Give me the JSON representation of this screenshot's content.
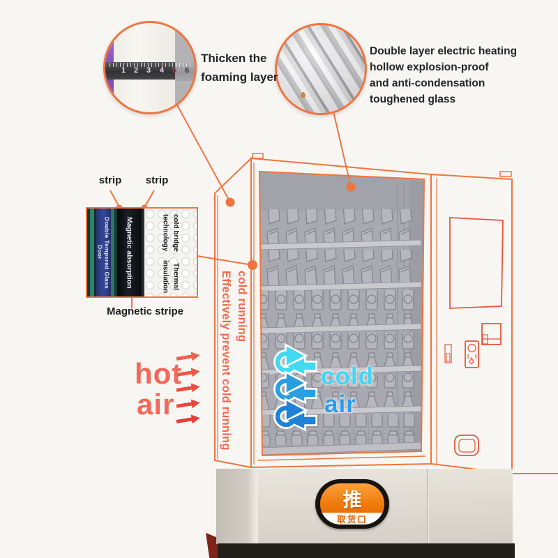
{
  "colors": {
    "accent_orange": "#f0743f",
    "detail_red": "#e8573a",
    "hot_text": "#f2685a",
    "hot_arrow_red": "#ec4f42",
    "cold_cyan": "#3fd9f2",
    "cold_blue": "#2a9fe0",
    "cold_blue_dark": "#1e83d6",
    "side_text_orange": "#f4694d",
    "button_orange": "#f17b0c",
    "port_text_orange": "#e8650f",
    "interior_grey": "#a9a9b1",
    "photo_beige": "#ddd8cf",
    "base_black": "#221f1b"
  },
  "callout_foam": {
    "line1": "Thicken the",
    "line2": "foaming layer"
  },
  "callout_glass": {
    "line1": "Double layer electric heating",
    "line2": "hollow explosion-proof",
    "line3": "and anti-condensation",
    "line4": "toughened glass"
  },
  "ruler": {
    "numbers": [
      "1",
      "2",
      "3",
      "4",
      "5",
      "6"
    ]
  },
  "strip_diagram": {
    "strip_label_left": "strip",
    "strip_label_right": "strip",
    "magnetic_stripe_label": "Magnetic stripe",
    "layer_glass_door": "Double Tempered Glass Door",
    "layer_magnetic_absorption": "Magnetic absorption",
    "layer_cold_bridge": "cold bridge technology",
    "layer_thermal": "Thermal insulation"
  },
  "side_text": {
    "line1": "cold running",
    "line2": "Effectively prevent cold running"
  },
  "hot_air": {
    "word1": "hot",
    "word2": "air"
  },
  "cold_air": {
    "word1": "cold",
    "word2": "air"
  },
  "pickup_port": {
    "push_label": "推",
    "port_label": "取货口"
  }
}
